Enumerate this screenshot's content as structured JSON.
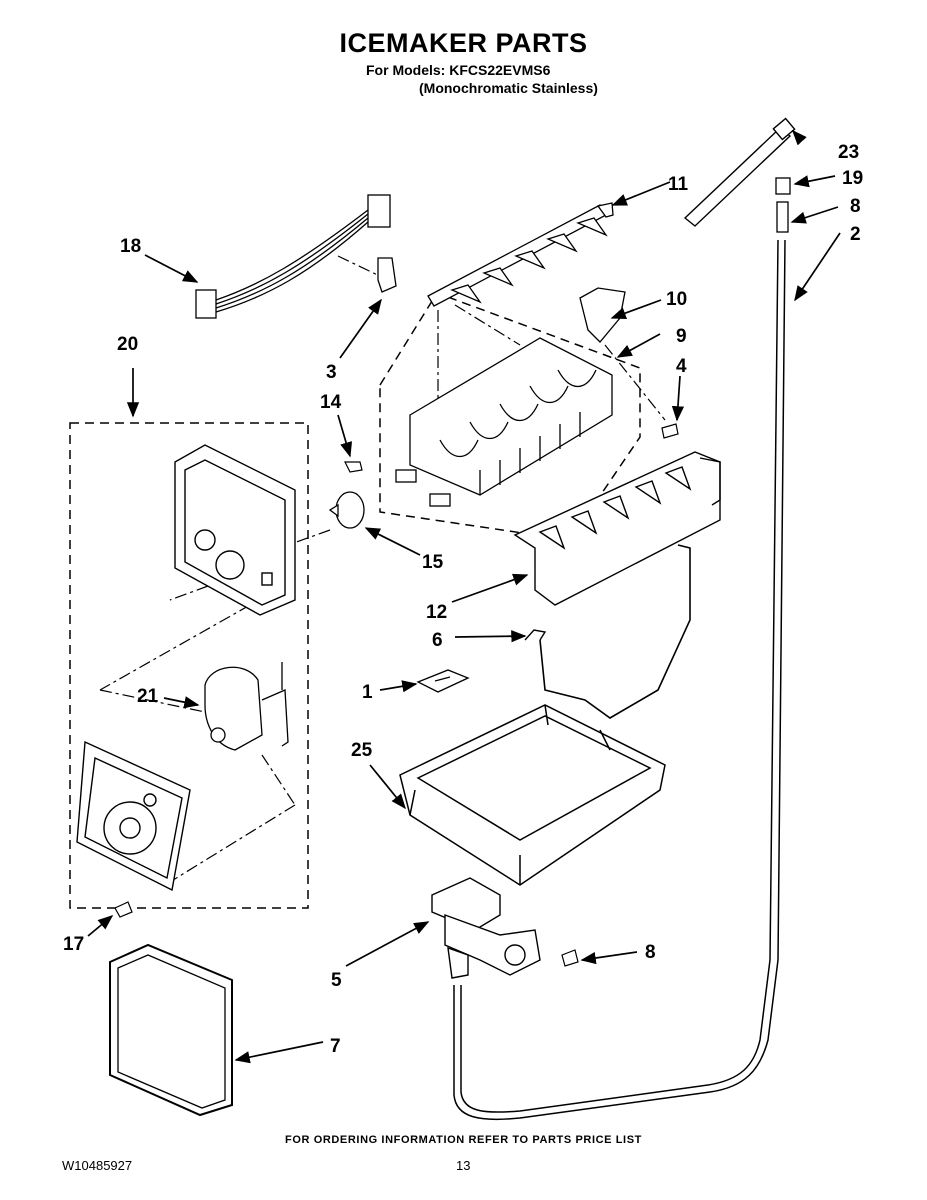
{
  "header": {
    "title": "ICEMAKER PARTS",
    "models_line": "For Models: KFCS22EVMS6",
    "variant_line": "(Monochromatic Stainless)"
  },
  "callouts": {
    "c1": "1",
    "c2": "2",
    "c3": "3",
    "c4": "4",
    "c5": "5",
    "c6": "6",
    "c7": "7",
    "c8a": "8",
    "c8b": "8",
    "c9": "9",
    "c10": "10",
    "c11": "11",
    "c12": "12",
    "c14": "14",
    "c15": "15",
    "c17": "17",
    "c18": "18",
    "c19": "19",
    "c20": "20",
    "c21": "21",
    "c23": "23",
    "c25": "25"
  },
  "footer": {
    "ordering_note": "FOR ORDERING INFORMATION REFER TO PARTS PRICE LIST",
    "document_number": "W10485927",
    "page_number": "13"
  }
}
